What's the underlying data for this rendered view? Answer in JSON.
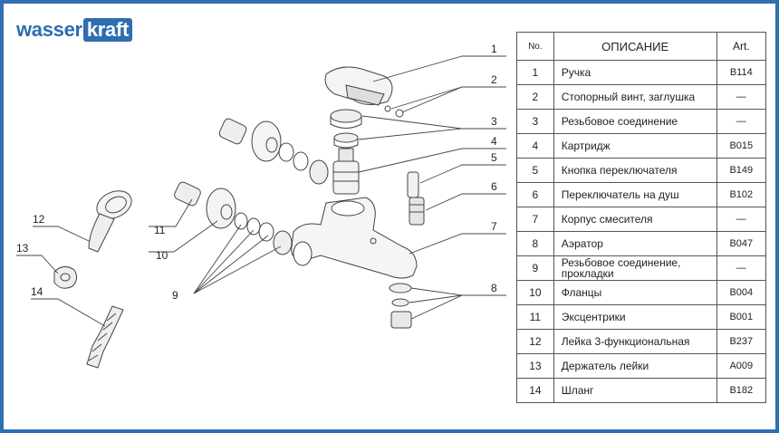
{
  "brand": {
    "left": "wasser",
    "right": "kraft"
  },
  "table": {
    "headers": {
      "no": "No.",
      "description": "ОПИСАНИЕ",
      "art": "Art."
    },
    "rows": [
      {
        "no": "1",
        "description": "Ручка",
        "art": "B114"
      },
      {
        "no": "2",
        "description": "Стопорный винт, заглушка",
        "art": "—"
      },
      {
        "no": "3",
        "description": "Резьбовое соединение",
        "art": "—"
      },
      {
        "no": "4",
        "description": "Картридж",
        "art": "B015"
      },
      {
        "no": "5",
        "description": "Кнопка переключателя",
        "art": "B149"
      },
      {
        "no": "6",
        "description": "Переключатель на душ",
        "art": "B102"
      },
      {
        "no": "7",
        "description": "Корпус смесителя",
        "art": "—"
      },
      {
        "no": "8",
        "description": "Аэратор",
        "art": "B047"
      },
      {
        "no": "9",
        "description": "Резьбовое соединение, прокладки",
        "art": "—"
      },
      {
        "no": "10",
        "description": "Фланцы",
        "art": "B004"
      },
      {
        "no": "11",
        "description": "Эксцентрики",
        "art": "B001"
      },
      {
        "no": "12",
        "description": "Лейка 3-функциональная",
        "art": "B237"
      },
      {
        "no": "13",
        "description": "Держатель лейки",
        "art": "A009"
      },
      {
        "no": "14",
        "description": "Шланг",
        "art": "B182"
      }
    ]
  },
  "diagram_labels": {
    "l1": "1",
    "l2": "2",
    "l3": "3",
    "l4": "4",
    "l5": "5",
    "l6": "6",
    "l7": "7",
    "l8": "8",
    "l9": "9",
    "l10": "10",
    "l11": "11",
    "l12": "12",
    "l13": "13",
    "l14": "14"
  },
  "colors": {
    "frame": "#2f6fb3",
    "brand": "#2e6db0"
  }
}
